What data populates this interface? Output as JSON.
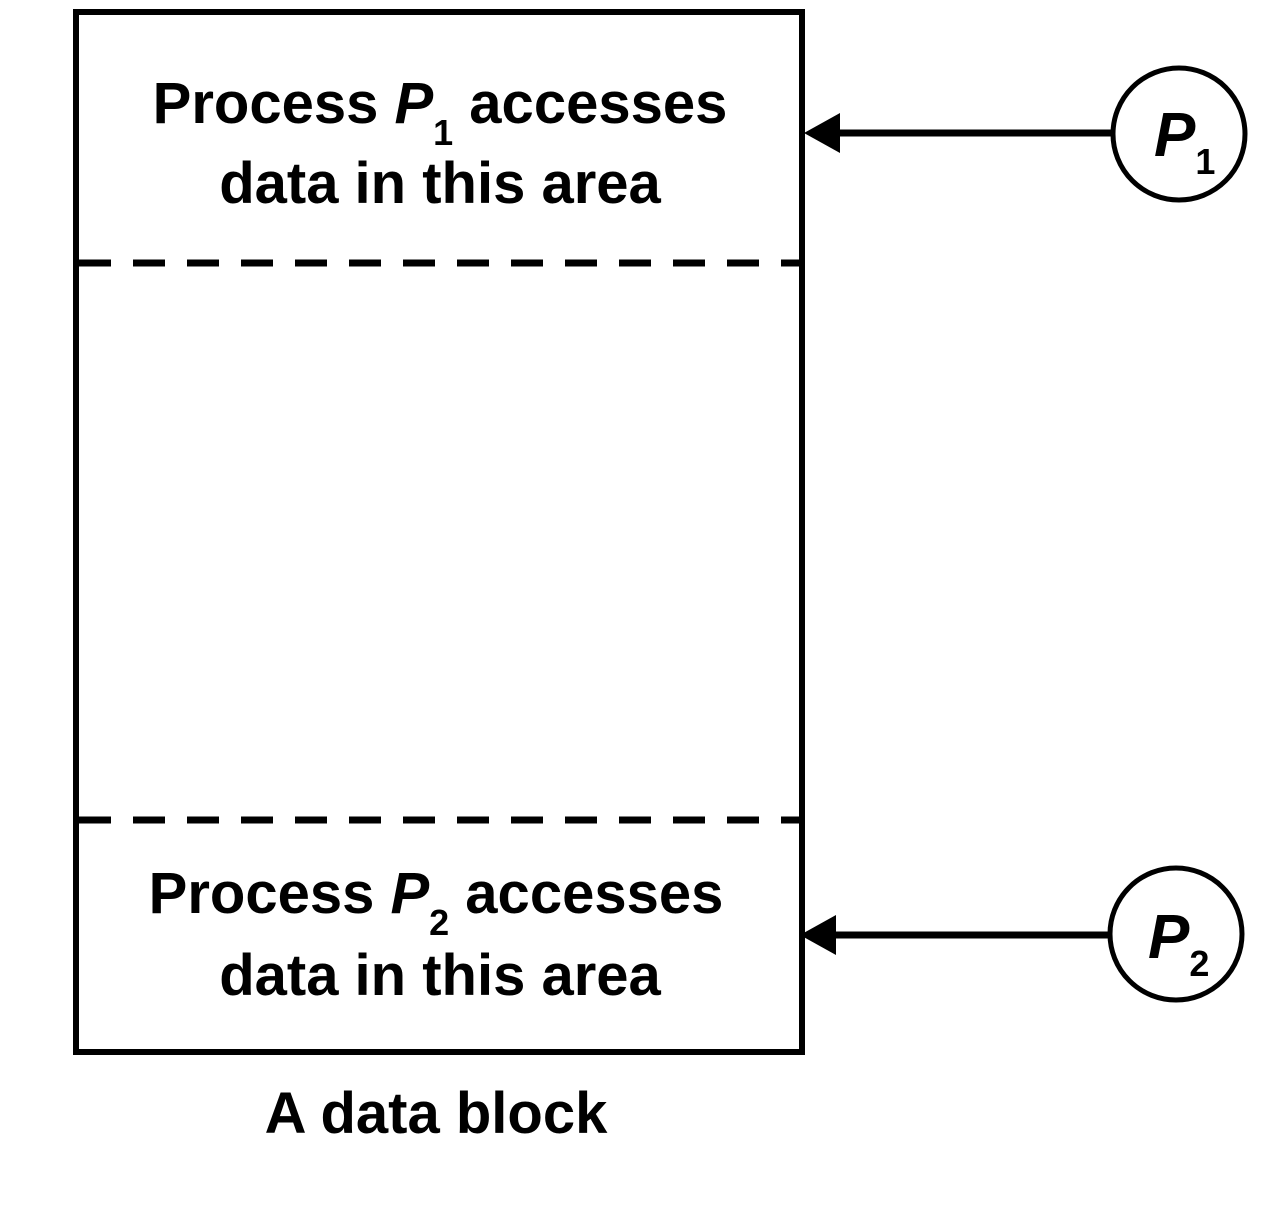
{
  "block": {
    "caption": "A data block",
    "region_top": {
      "prefix": "Process ",
      "var": "P",
      "sub": "1",
      "suffix": " accesses",
      "line2": "data in this area"
    },
    "region_bottom": {
      "prefix": "Process ",
      "var": "P",
      "sub": "2",
      "suffix": " accesses",
      "line2": "data in this area"
    }
  },
  "processes": [
    {
      "var": "P",
      "sub": "1"
    },
    {
      "var": "P",
      "sub": "2"
    }
  ],
  "colors": {
    "stroke": "#000000",
    "background": "#ffffff"
  }
}
